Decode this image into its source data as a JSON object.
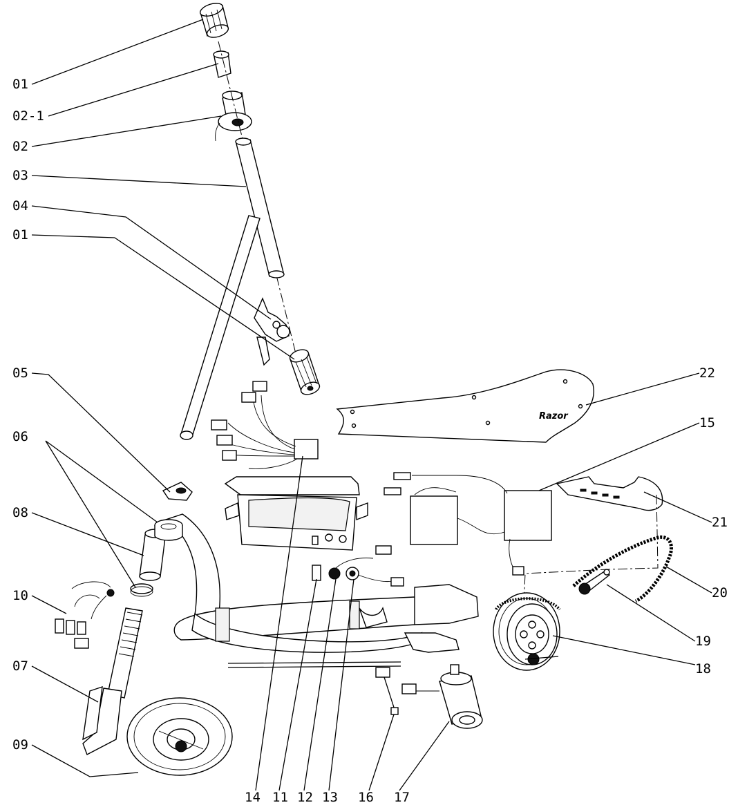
{
  "brand_logo_text": "Razor",
  "callouts": [
    {
      "id": "c01a",
      "text": "01"
    },
    {
      "id": "c021",
      "text": "02-1"
    },
    {
      "id": "c02",
      "text": "02"
    },
    {
      "id": "c03",
      "text": "03"
    },
    {
      "id": "c04",
      "text": "04"
    },
    {
      "id": "c01b",
      "text": "01"
    },
    {
      "id": "c05",
      "text": "05"
    },
    {
      "id": "c06",
      "text": "06"
    },
    {
      "id": "c08",
      "text": "08"
    },
    {
      "id": "c10",
      "text": "10"
    },
    {
      "id": "c07",
      "text": "07"
    },
    {
      "id": "c09",
      "text": "09"
    },
    {
      "id": "c22",
      "text": "22"
    },
    {
      "id": "c15",
      "text": "15"
    },
    {
      "id": "c21",
      "text": "21"
    },
    {
      "id": "c20",
      "text": "20"
    },
    {
      "id": "c19",
      "text": "19"
    },
    {
      "id": "c18",
      "text": "18"
    },
    {
      "id": "c14",
      "text": "14"
    },
    {
      "id": "c11",
      "text": "11"
    },
    {
      "id": "c12",
      "text": "12"
    },
    {
      "id": "c13",
      "text": "13"
    },
    {
      "id": "c16",
      "text": "16"
    },
    {
      "id": "c17",
      "text": "17"
    }
  ]
}
